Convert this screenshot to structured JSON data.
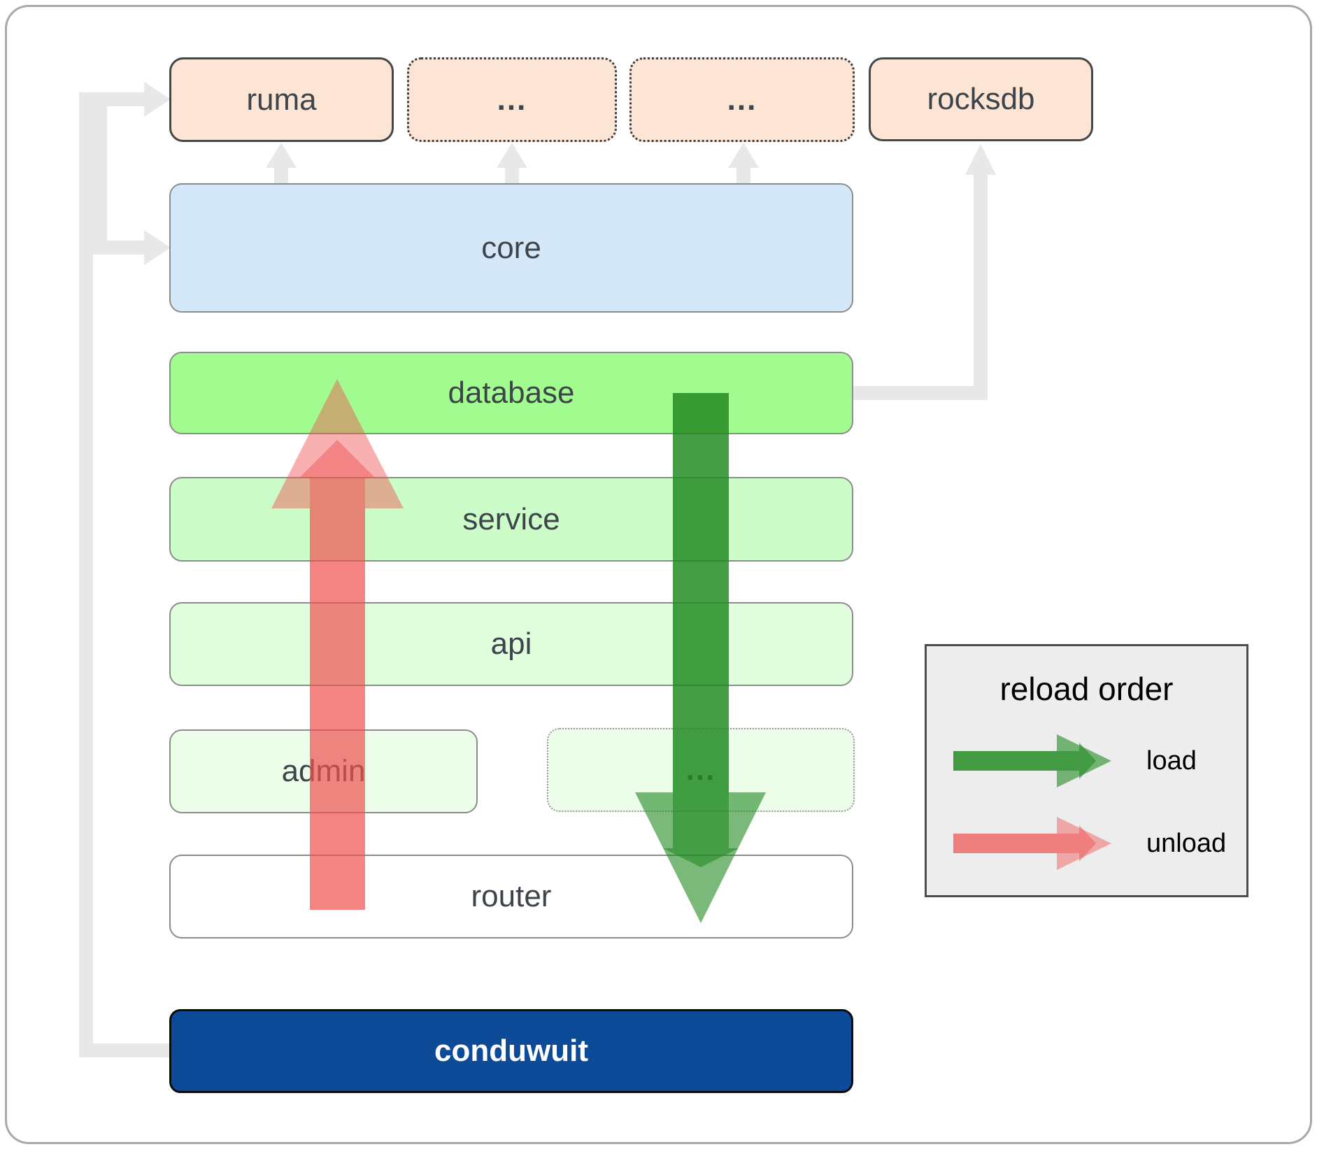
{
  "nodes": {
    "ruma": "ruma",
    "ellipsis_top_1": "...",
    "ellipsis_top_2": "...",
    "rocksdb": "rocksdb",
    "core": "core",
    "database": "database",
    "service": "service",
    "api": "api",
    "admin": "admin",
    "ellipsis_bottom": "...",
    "router": "router",
    "conduwuit": "conduwuit"
  },
  "legend": {
    "title": "reload order",
    "load_label": "load",
    "unload_label": "unload"
  },
  "colors": {
    "load_arrow": "#228b22",
    "unload_arrow": "#f05050",
    "connector_gray": "#e8e8e8",
    "node_peach": "#fce5d4",
    "node_blue": "#d5e8fa",
    "node_green_bright": "#a2fb8f",
    "node_green_light": "#ccfdc8",
    "node_green_lighter": "#e0fedd",
    "node_green_faint": "#ecfdea",
    "node_dark_blue": "#0d4a97"
  }
}
